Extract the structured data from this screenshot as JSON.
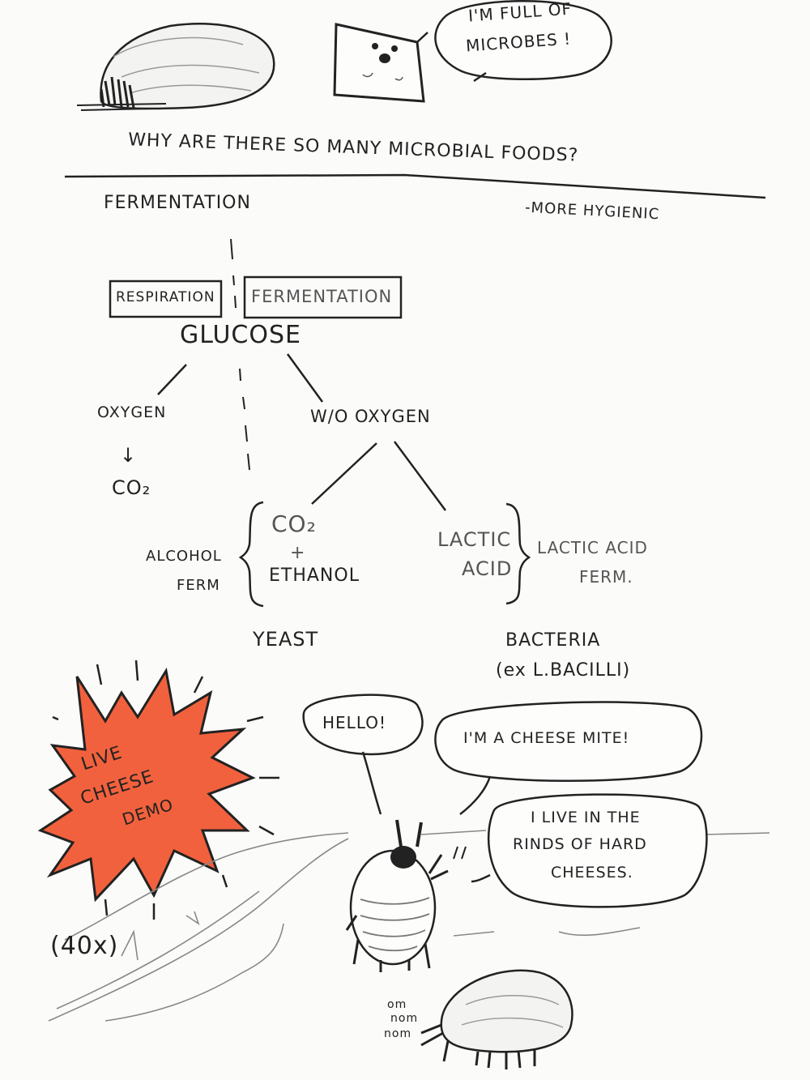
{
  "header": {
    "bubble_text_1": "I'M FULL OF",
    "bubble_text_2": "MICROBES !",
    "question": "WHY ARE THERE SO MANY MICROBIAL FOODS?"
  },
  "notes": {
    "fermentation_heading": "FERMENTATION",
    "more_hygienic": "-MORE HYGIENIC"
  },
  "diagram": {
    "respiration": "RESPIRATION",
    "fermentation": "FERMENTATION",
    "glucose": "GLUCOSE",
    "oxygen": "OXYGEN",
    "oxygen_arrow": "↓",
    "co2_left": "CO₂",
    "without_oxygen": "W/O OXYGEN",
    "co2": "CO₂",
    "plus": "+",
    "ethanol": "ETHANOL",
    "alcohol_ferm_1": "ALCOHOL",
    "alcohol_ferm_2": "FERM",
    "lactic_acid_1": "LACTIC",
    "lactic_acid_2": "ACID",
    "lactic_ferm_1": "LACTIC ACID",
    "lactic_ferm_2": "FERM.",
    "yeast": "YEAST",
    "bacteria": "BACTERIA",
    "bacteria_example": "(ex L.BACILLI)"
  },
  "comic": {
    "burst_1": "LIVE",
    "burst_2": "CHEESE",
    "burst_3": "DEMO",
    "magnification": "(40x)",
    "hello": "HELLO!",
    "cheese_mite": "I'M A CHEESE MITE!",
    "live_1": "I LIVE IN THE",
    "live_2": "RINDS OF HARD",
    "live_3": "CHEESES.",
    "om1": "om",
    "om2": "nom",
    "om3": "nom"
  },
  "colors": {
    "ink": "#222222",
    "pencil": "#777777",
    "burst_fill": "#f2613d"
  },
  "icons": [
    "rock-sketch",
    "cheese-block-face",
    "starburst",
    "cheese-mite",
    "grub-bug"
  ]
}
